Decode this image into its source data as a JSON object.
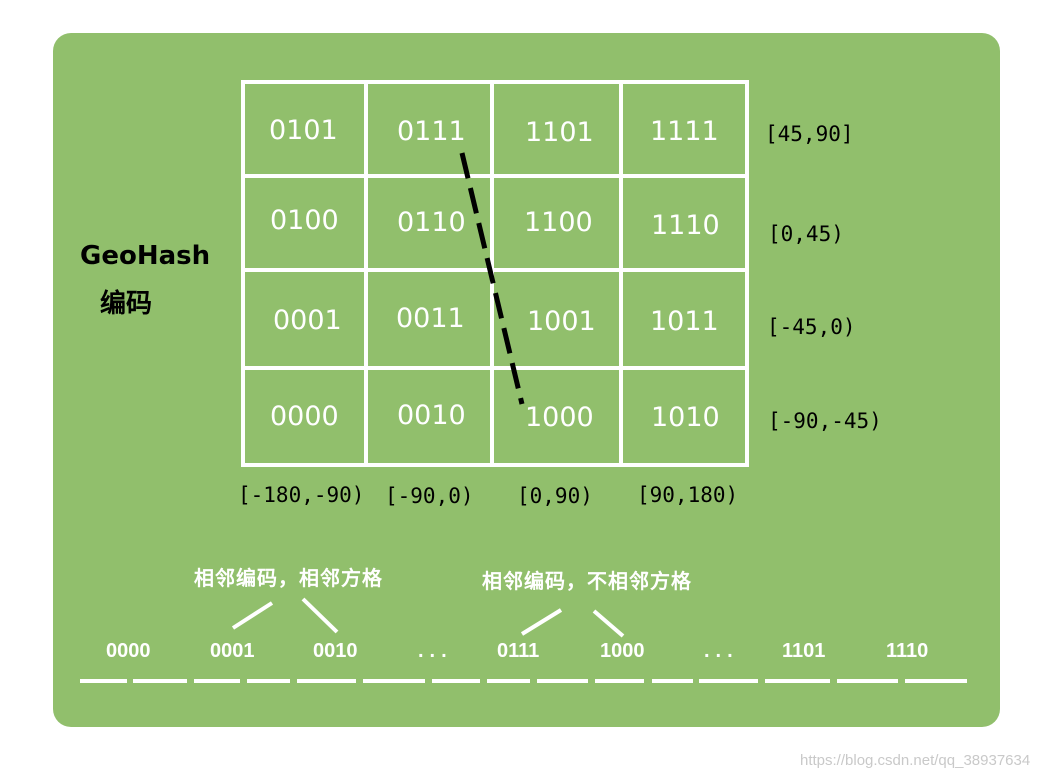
{
  "title": {
    "line1": "GeoHash",
    "line2": "编码"
  },
  "grid": [
    [
      "0101",
      "0111",
      "1101",
      "1111"
    ],
    [
      "0100",
      "0110",
      "1100",
      "1110"
    ],
    [
      "0001",
      "0011",
      "1001",
      "1011"
    ],
    [
      "0000",
      "0010",
      "1000",
      "1010"
    ]
  ],
  "lat_labels": [
    "[45,90]",
    "[0,45)",
    "[-45,0)",
    "[-90,-45)"
  ],
  "lon_labels": [
    "[-180,-90)",
    "[-90,0)",
    "[0,90)",
    "[90,180)"
  ],
  "annotations": {
    "left": "相邻编码，相邻方格",
    "right": "相邻编码，不相邻方格"
  },
  "sequence": [
    "0000",
    "0001",
    "0010",
    "...",
    "0111",
    "1000",
    "...",
    "1101",
    "1110"
  ],
  "watermark": "https://blog.csdn.net/qq_38937634",
  "colors": {
    "panel": "#91bf6c",
    "lines": "#ffffff",
    "dashed": "#000000"
  }
}
